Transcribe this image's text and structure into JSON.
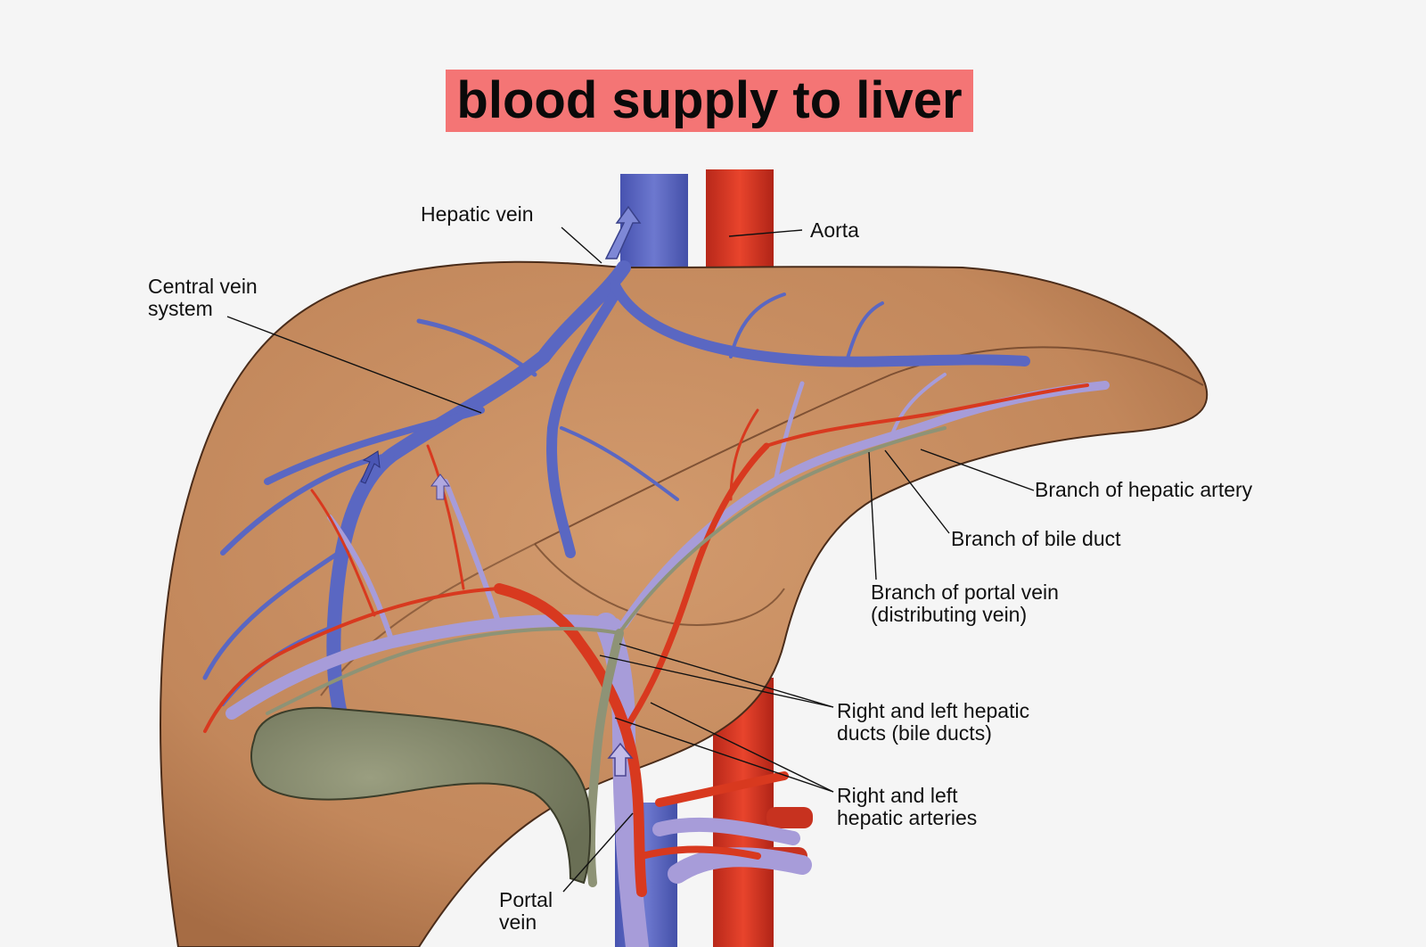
{
  "title": "blood supply to liver",
  "labels": {
    "hepatic_vein": "Hepatic vein",
    "aorta": "Aorta",
    "central_vein_system": [
      "Central vein",
      "system"
    ],
    "branch_hepatic_artery": "Branch of hepatic artery",
    "branch_bile_duct": "Branch of bile duct",
    "branch_portal_vein": [
      "Branch of portal vein",
      "(distributing vein)"
    ],
    "hepatic_ducts": [
      "Right and left hepatic",
      "ducts (bile ducts)"
    ],
    "hepatic_arteries": [
      "Right and left",
      "hepatic arteries"
    ],
    "portal_vein": [
      "Portal",
      "vein"
    ]
  },
  "colors": {
    "background": "#f5f5f5",
    "title_highlight": "#f47575",
    "liver": "#c68a5e",
    "liver_dark": "#a9714b",
    "vein_blue": "#5f6cc4",
    "portal_lavender": "#a59ad8",
    "artery_red": "#d93a25",
    "bile_green": "#8f937a",
    "gallbladder": "#7c8164"
  }
}
